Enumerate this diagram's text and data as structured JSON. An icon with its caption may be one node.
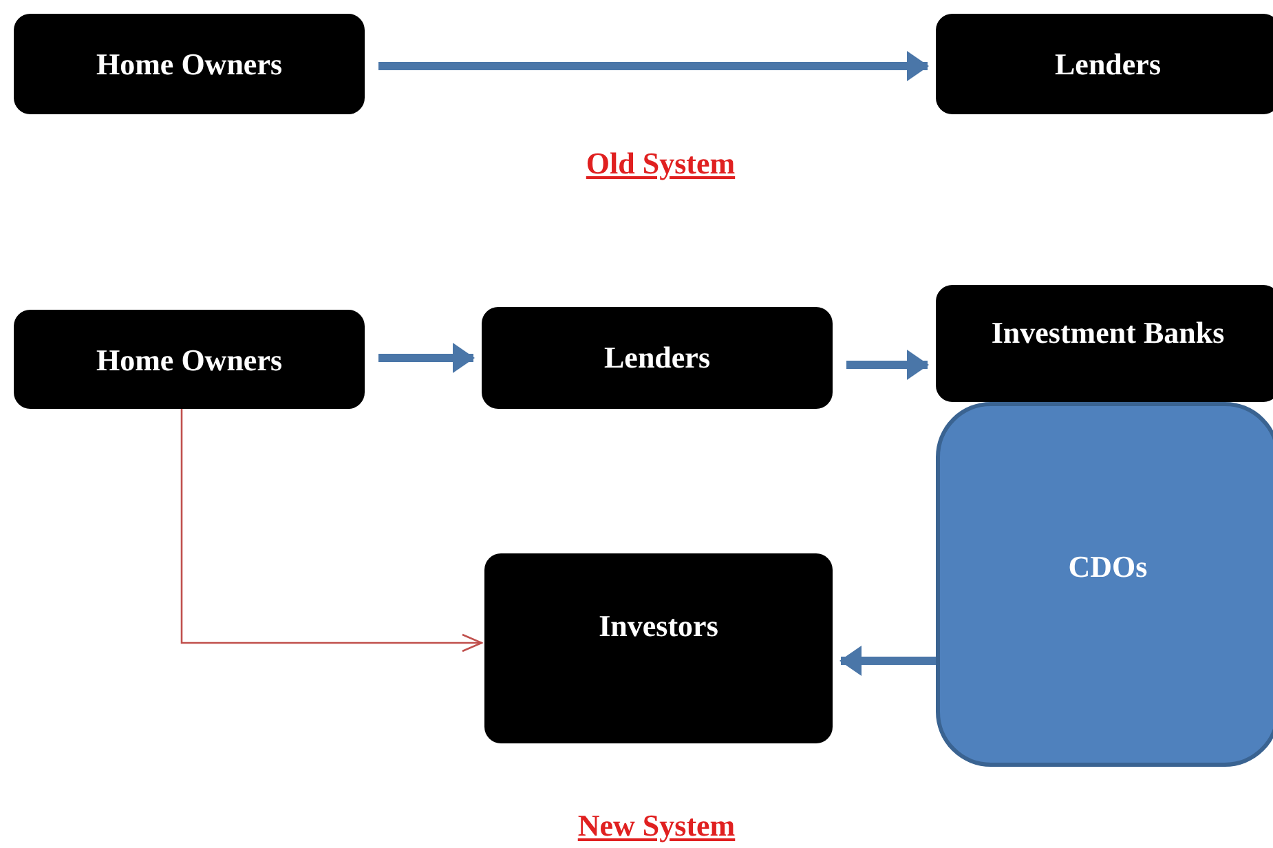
{
  "diagram": {
    "nodes": [
      {
        "text": [
          "Home Owners"
        ]
      },
      {
        "text": [
          "Lenders"
        ]
      },
      {
        "text": [
          "Home Owners"
        ]
      },
      {
        "text": [
          "Lenders"
        ]
      },
      {
        "text": [
          "Investment Banks"
        ]
      },
      {
        "text": [
          "CDOs"
        ]
      },
      {
        "text": [
          "Investors"
        ]
      }
    ],
    "edges": [
      {
        "from": 0,
        "to": 1,
        "arrow": "to"
      },
      {
        "from": 2,
        "to": 3,
        "arrow": "to"
      },
      {
        "from": 3,
        "to": 4,
        "arrow": "to"
      },
      {
        "from": 5,
        "to": 6,
        "arrow": "to"
      },
      {
        "from": 2,
        "to": 6,
        "arrow": "to",
        "color": "#c0504d"
      }
    ],
    "labels": [
      "Old System",
      "New System"
    ]
  }
}
